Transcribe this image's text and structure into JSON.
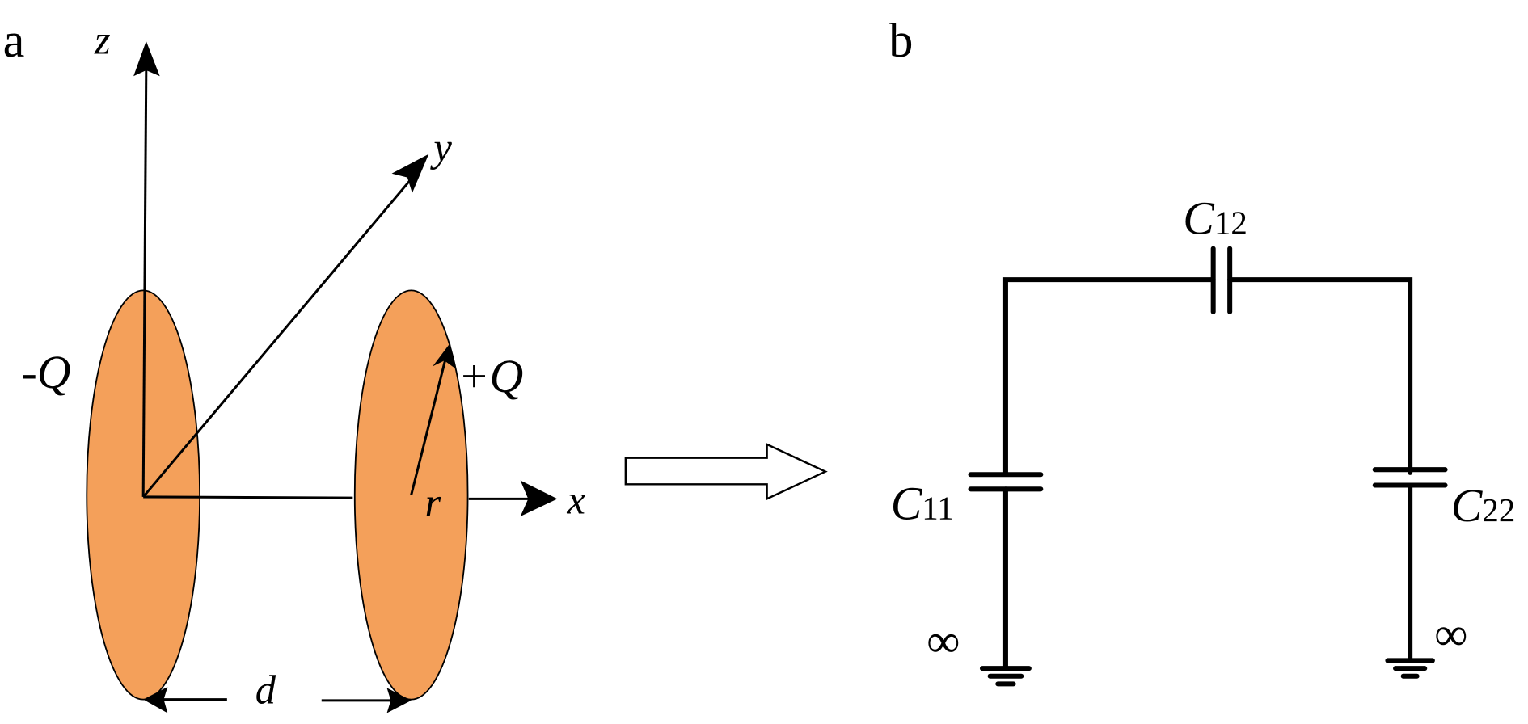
{
  "figure": {
    "panel_a": {
      "label": "a",
      "axes": {
        "z": "z",
        "y": "y",
        "x": "x"
      },
      "plate_left_charge": "-Q",
      "plate_right_charge": "+Q",
      "radius_label": "r",
      "separation_label": "d",
      "plate_color": "#F4A05A"
    },
    "transition_arrow": "hollow-right-arrow",
    "panel_b": {
      "label": "b",
      "capacitors": [
        {
          "name": "C",
          "sub": "12"
        },
        {
          "name": "C",
          "sub": "11"
        },
        {
          "name": "C",
          "sub": "22"
        }
      ],
      "ground_labels": [
        "∞",
        "∞"
      ]
    }
  }
}
